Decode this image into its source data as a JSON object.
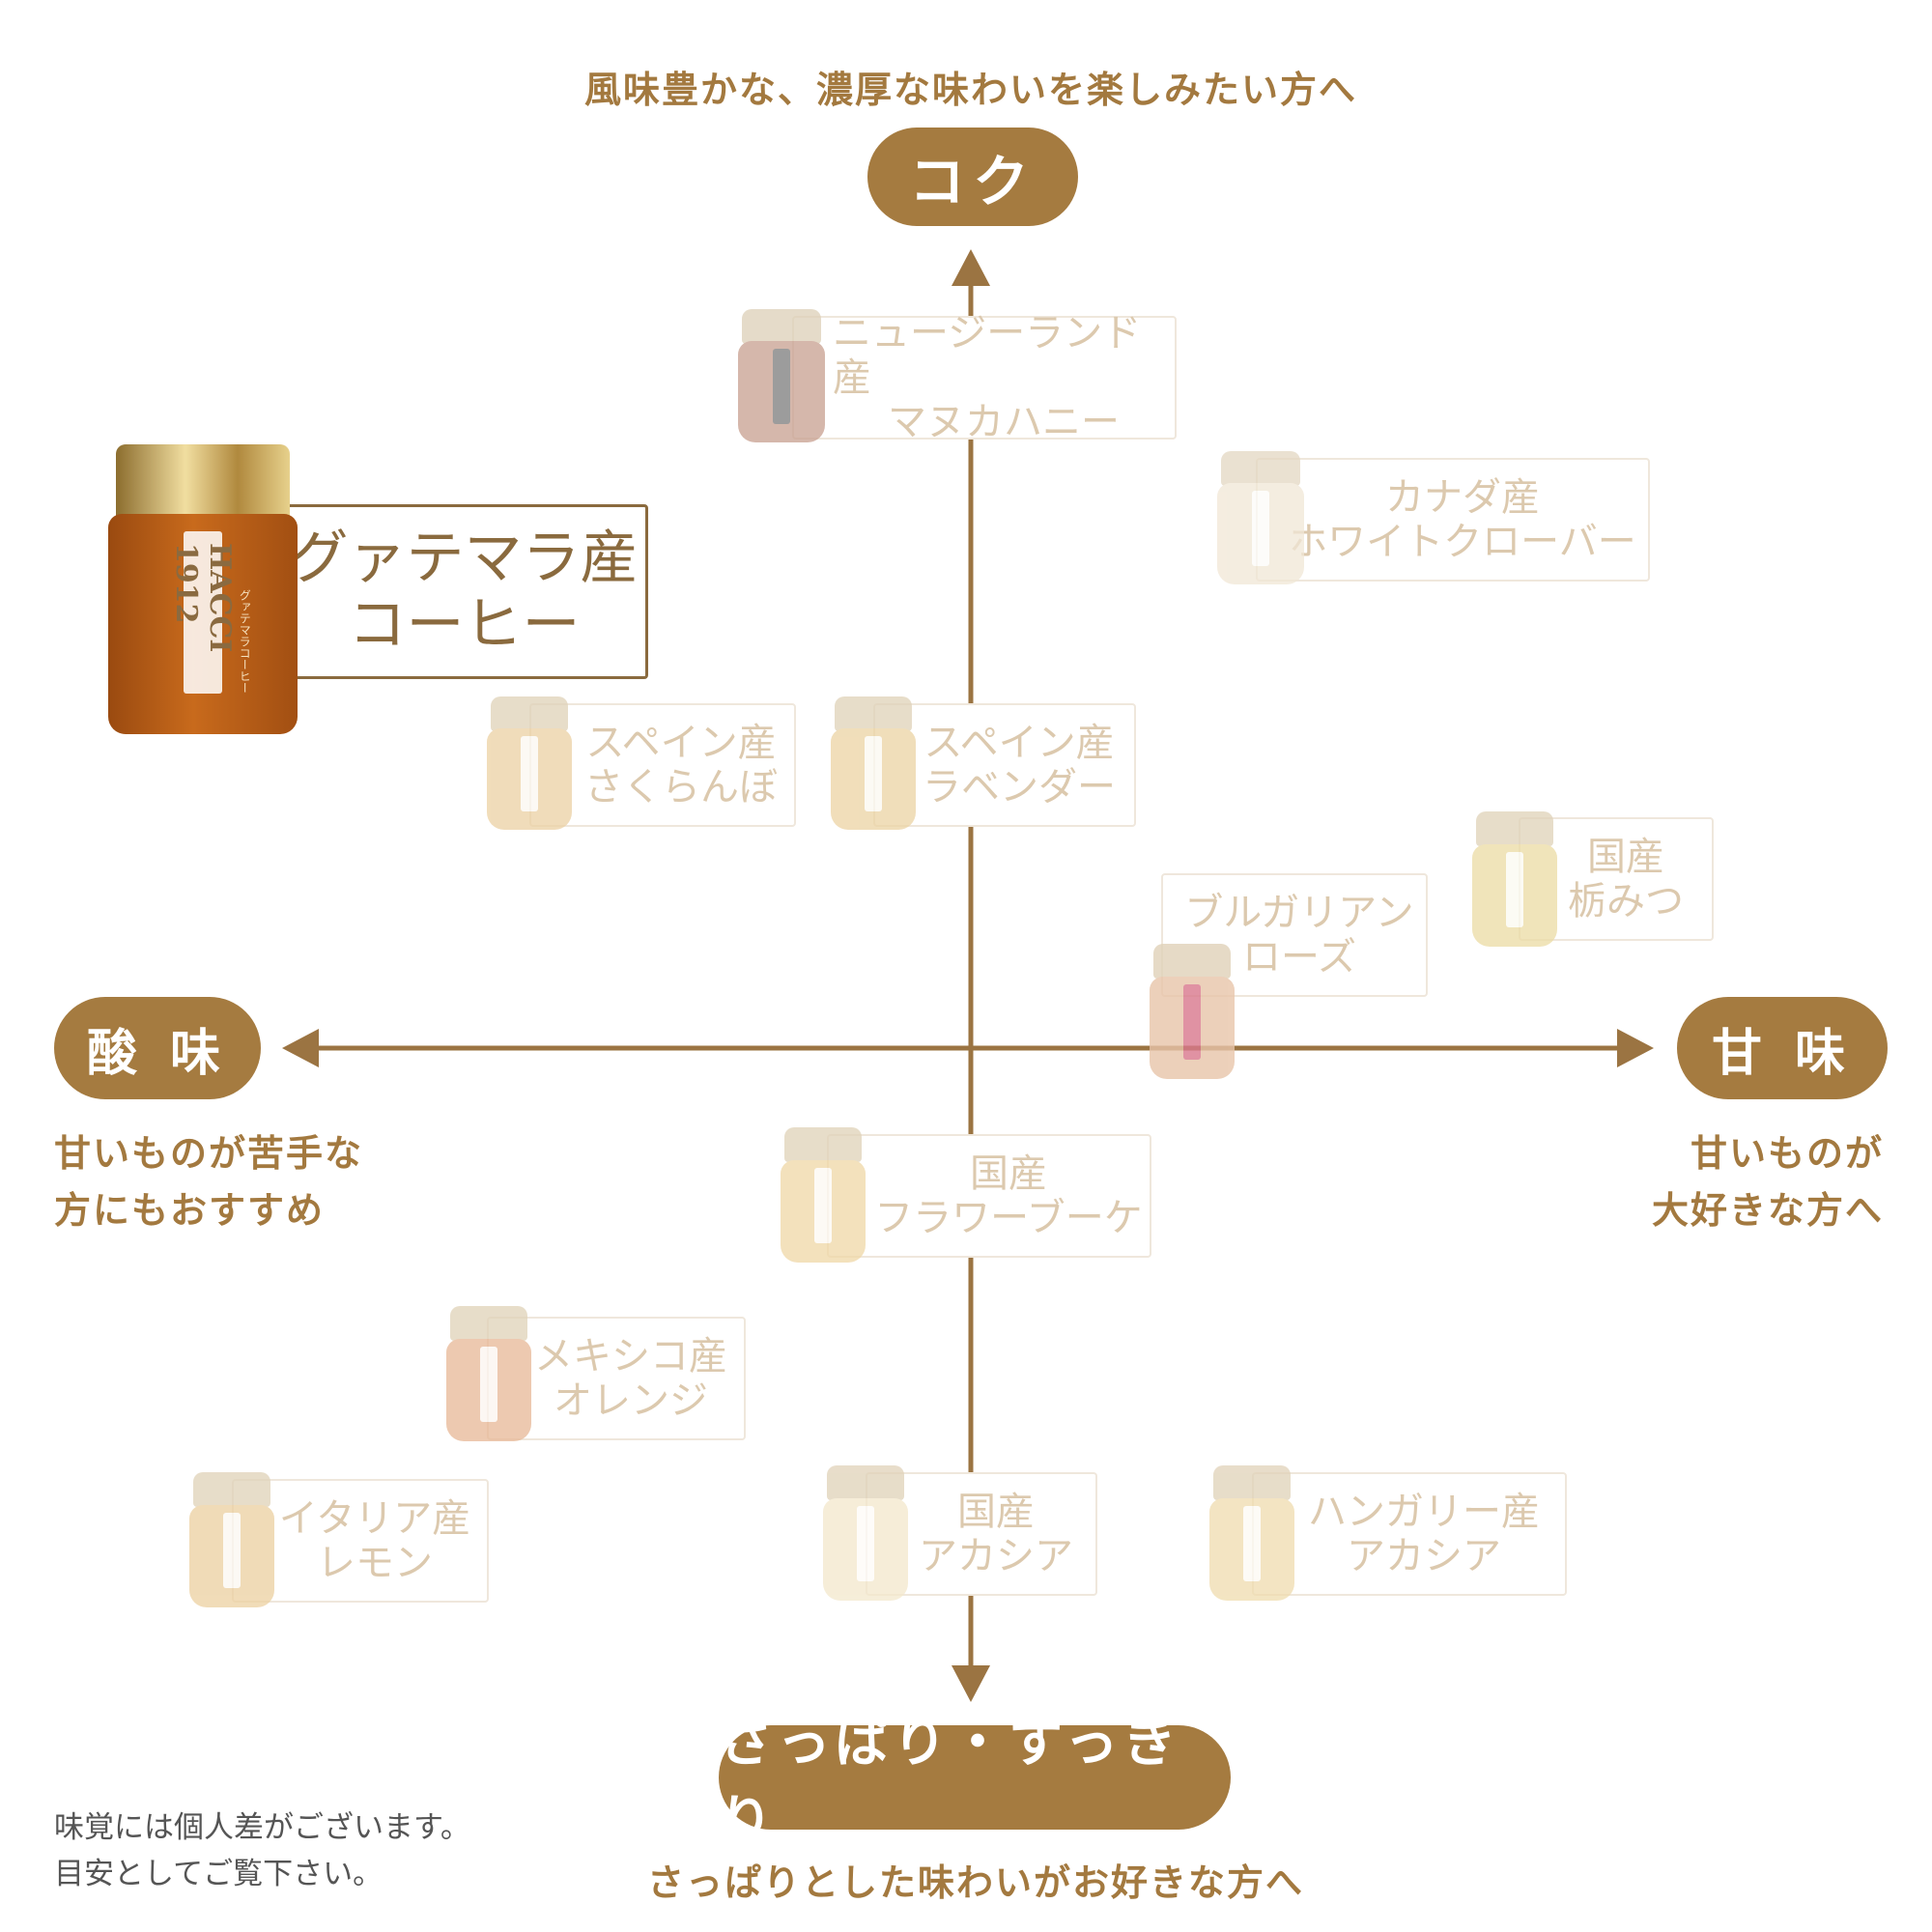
{
  "top": {
    "caption": "風味豊かな、濃厚な味わいを楽しみたい方へ",
    "label": "コク"
  },
  "bottom": {
    "label": "さっぱり・すっきり",
    "caption": "さっぱりとした味わいがお好きな方へ"
  },
  "left": {
    "label": "酸 味",
    "caption_lines": [
      "甘いものが苦手な",
      "方にもおすすめ"
    ]
  },
  "right": {
    "label": "甘 味",
    "caption_lines": [
      "甘いものが",
      "大好きな方へ"
    ]
  },
  "note_lines": [
    "味覚には個人差がございます。",
    "目安としてご覧下さい。"
  ],
  "brand": "HACCI 1912",
  "products": [
    {
      "id": "guatemala",
      "lines": [
        "グァテマラ産",
        "コーヒー"
      ],
      "highlight": true,
      "jar_color": "#b85a14",
      "jar_sub": "グァテマラコーヒー"
    },
    {
      "id": "nz",
      "lines": [
        "ニュージーランド産",
        "マヌカハニー"
      ],
      "highlight": false,
      "jar_color": "#c8a090"
    },
    {
      "id": "canada",
      "lines": [
        "カナダ産",
        "ホワイトクローバー"
      ],
      "highlight": false,
      "jar_color": "#f1e7d6"
    },
    {
      "id": "spain-cherry",
      "lines": [
        "スペイン産",
        "さくらんぼ"
      ],
      "highlight": false,
      "jar_color": "#ecd1a3"
    },
    {
      "id": "spain-lavender",
      "lines": [
        "スペイン産",
        "ラベンダー"
      ],
      "highlight": false,
      "jar_color": "#ecd3a3"
    },
    {
      "id": "tochi",
      "lines": [
        "国産",
        "栃みつ"
      ],
      "highlight": false,
      "jar_color": "#ecdba4"
    },
    {
      "id": "bulgaria",
      "lines": [
        "ブルガリアン",
        "ローズ"
      ],
      "highlight": false,
      "jar_color": "#e8c5aa"
    },
    {
      "id": "flower",
      "lines": [
        "国産",
        "フラワーブーケ"
      ],
      "highlight": false,
      "jar_color": "#efd7a6"
    },
    {
      "id": "mexico",
      "lines": [
        "メキシコ産",
        "オレンジ"
      ],
      "highlight": false,
      "jar_color": "#e7b896"
    },
    {
      "id": "italy",
      "lines": [
        "イタリア産",
        "レモン"
      ],
      "highlight": false,
      "jar_color": "#ecd0a0"
    },
    {
      "id": "acacia-jp",
      "lines": [
        "国産",
        "アカシア"
      ],
      "highlight": false,
      "jar_color": "#f3e8cc"
    },
    {
      "id": "acacia-hu",
      "lines": [
        "ハンガリー産",
        "アカシア"
      ],
      "highlight": false,
      "jar_color": "#efdcae"
    }
  ],
  "colors": {
    "accent": "#a57b40",
    "axis": "#9b7442"
  }
}
